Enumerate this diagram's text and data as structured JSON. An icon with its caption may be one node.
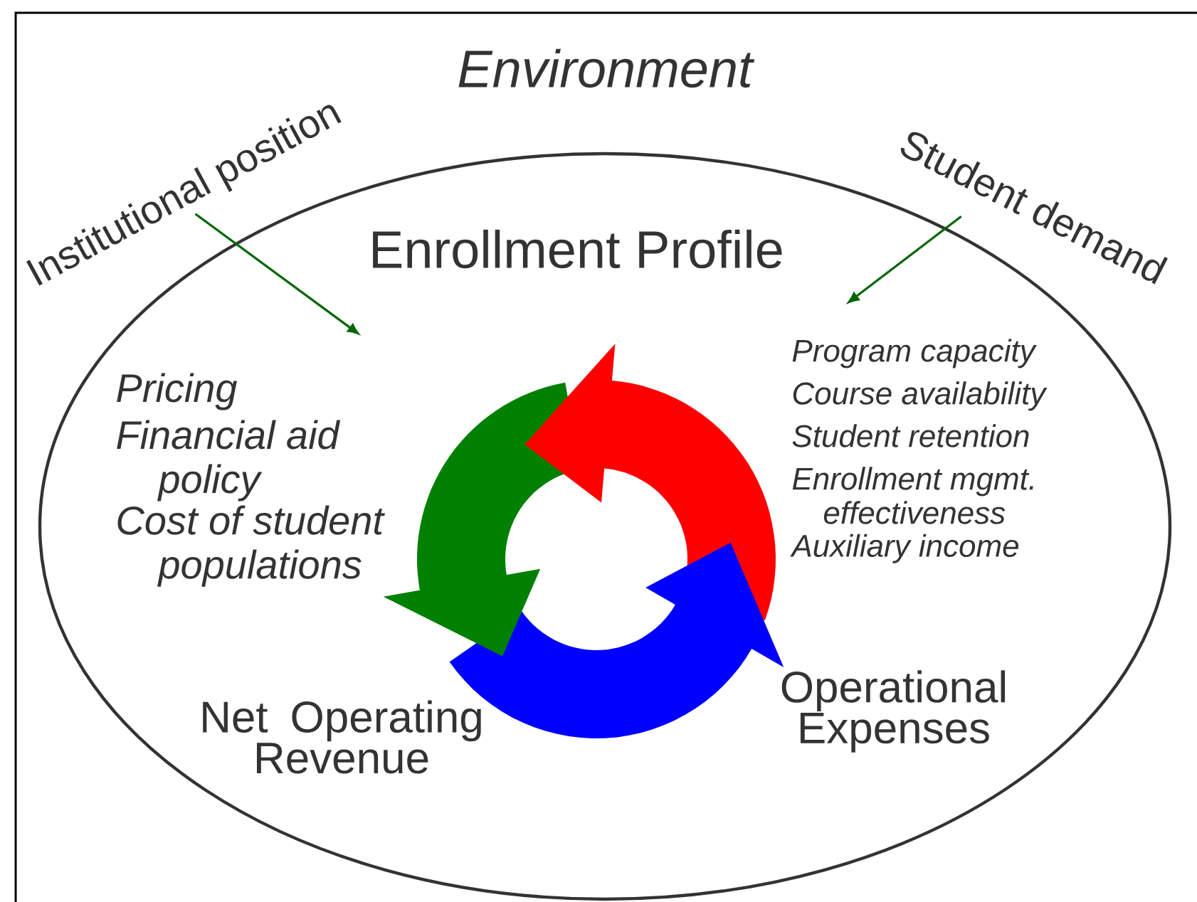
{
  "diagram": {
    "title": "Environment",
    "nodes": [
      {
        "text": [
          "Enrollment Profile"
        ]
      },
      {
        "text": [
          "Institutional position"
        ]
      },
      {
        "text": [
          "Student demand"
        ]
      },
      {
        "text": [
          "Pricing",
          "Financial aid policy",
          "Cost of student populations"
        ],
        "in": 0
      },
      {
        "text": [
          "Program capacity",
          "Course availability",
          "Student retention",
          "Enrollment mgmt. effectiveness",
          "Auxiliary income"
        ],
        "in": 0
      }
    ],
    "edges": [
      {
        "from": 1,
        "to": 3,
        "arrow": "to"
      },
      {
        "from": 2,
        "to": 4,
        "arrow": "to"
      }
    ],
    "labels": [
      "Net Operating Revenue",
      "Operational Expenses"
    ]
  }
}
